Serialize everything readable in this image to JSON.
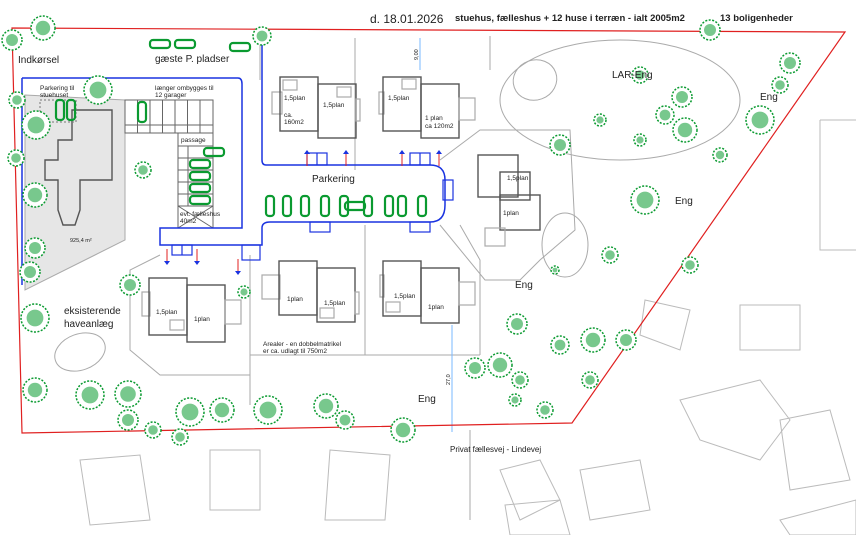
{
  "header": {
    "date": "d. 18.01.2026",
    "summary": "stuehus, fælleshus + 12 huse i terræn - ialt 2005m2",
    "units": "13 boligenheder"
  },
  "labels": {
    "entrance": "Indkørsel",
    "guest_parking": "gæste P. pladser",
    "parking_main_house_1": "Parkering til",
    "parking_main_house_2": "stuehuset",
    "garages_1": "længer ombygges til",
    "garages_2": "12 garager",
    "passage": "passage",
    "common_house_1": "evt. fælleshus",
    "common_house_2": "40m2",
    "main_house_area": "925,4 m²",
    "parking_ring": "Parkering",
    "lar_meadow": "LAR-Eng",
    "meadow": "Eng",
    "existing_garden_1": "eksisterende",
    "existing_garden_2": "haveanlæg",
    "area_note_1": "Arealer - en dobbelmatrikel",
    "area_note_2": "er ca. udlagt til 750m2",
    "private_road": "Privat fællesvej - Lindevej",
    "dim_27": "27,0",
    "dim_9": "9,00"
  },
  "houses": {
    "h1a": "1,5plan",
    "h1b": "1,5plan",
    "h1c_1": "ca.",
    "h1c_2": "160m2",
    "h2a": "1,5plan",
    "h2b_1": "1 plan",
    "h2b_2": "ca 120m2",
    "h3a": "1,5plan",
    "h3b": "1plan",
    "h4a": "1,5plan",
    "h4b": "1plan",
    "h5a": "1plan",
    "h5b": "1,5plan",
    "h6a": "1,5plan",
    "h6b": "1plan"
  },
  "colors": {
    "boundary": "#e02020",
    "road": "#1a33e0",
    "tree": "#0a9a30"
  }
}
